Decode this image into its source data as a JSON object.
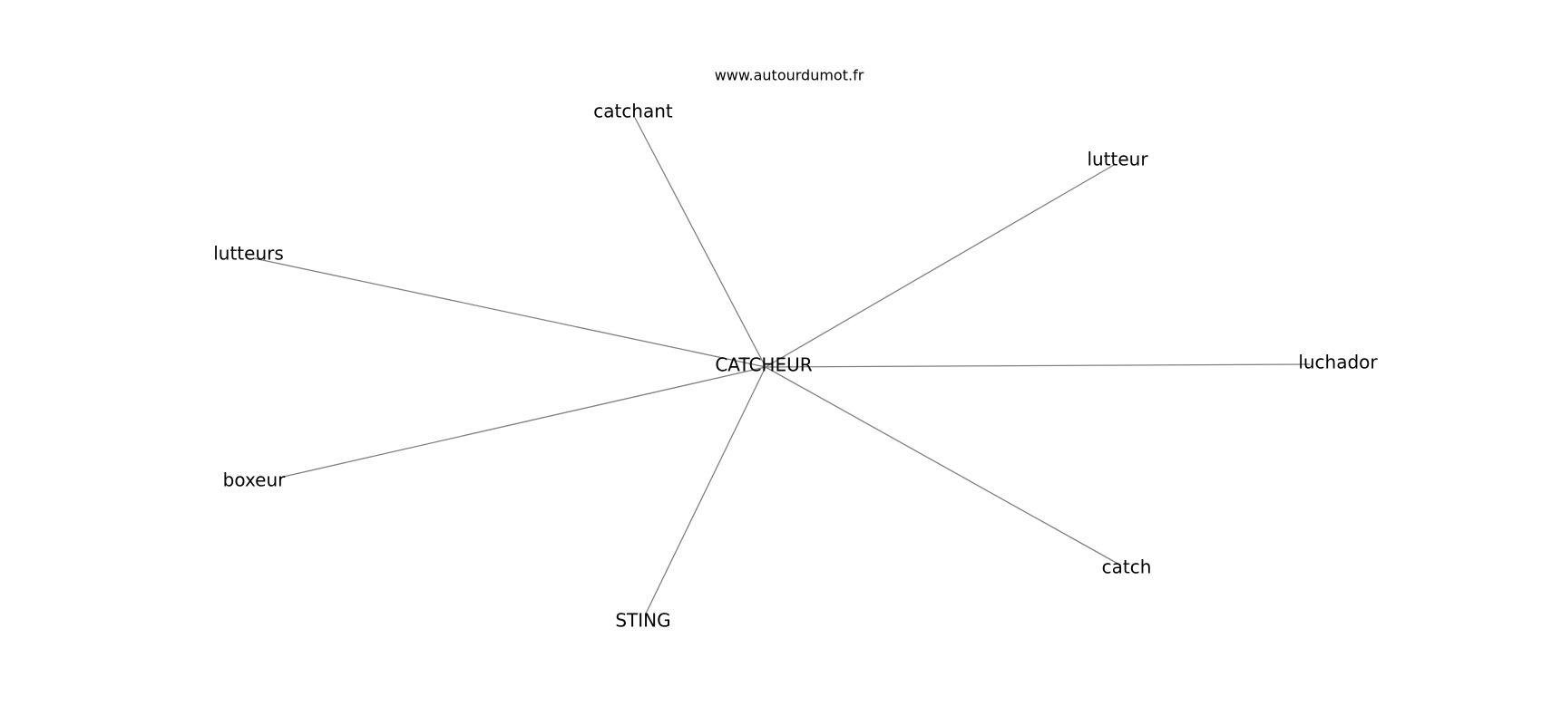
{
  "watermark": "www.autourdumot.fr",
  "graph": {
    "center": {
      "id": "center",
      "label": "CATCHEUR"
    },
    "nodes": [
      {
        "id": "catchant",
        "label": "catchant"
      },
      {
        "id": "lutteur",
        "label": "lutteur"
      },
      {
        "id": "lutteurs",
        "label": "lutteurs"
      },
      {
        "id": "luchador",
        "label": "luchador"
      },
      {
        "id": "boxeur",
        "label": "boxeur"
      },
      {
        "id": "catch",
        "label": "catch"
      },
      {
        "id": "sting",
        "label": "STING"
      }
    ],
    "edges": [
      [
        "center",
        "catchant"
      ],
      [
        "center",
        "lutteur"
      ],
      [
        "center",
        "lutteurs"
      ],
      [
        "center",
        "luchador"
      ],
      [
        "center",
        "boxeur"
      ],
      [
        "center",
        "catch"
      ],
      [
        "center",
        "sting"
      ]
    ],
    "colors": {
      "edge": "#808080",
      "text": "#000000",
      "background": "#ffffff"
    }
  }
}
